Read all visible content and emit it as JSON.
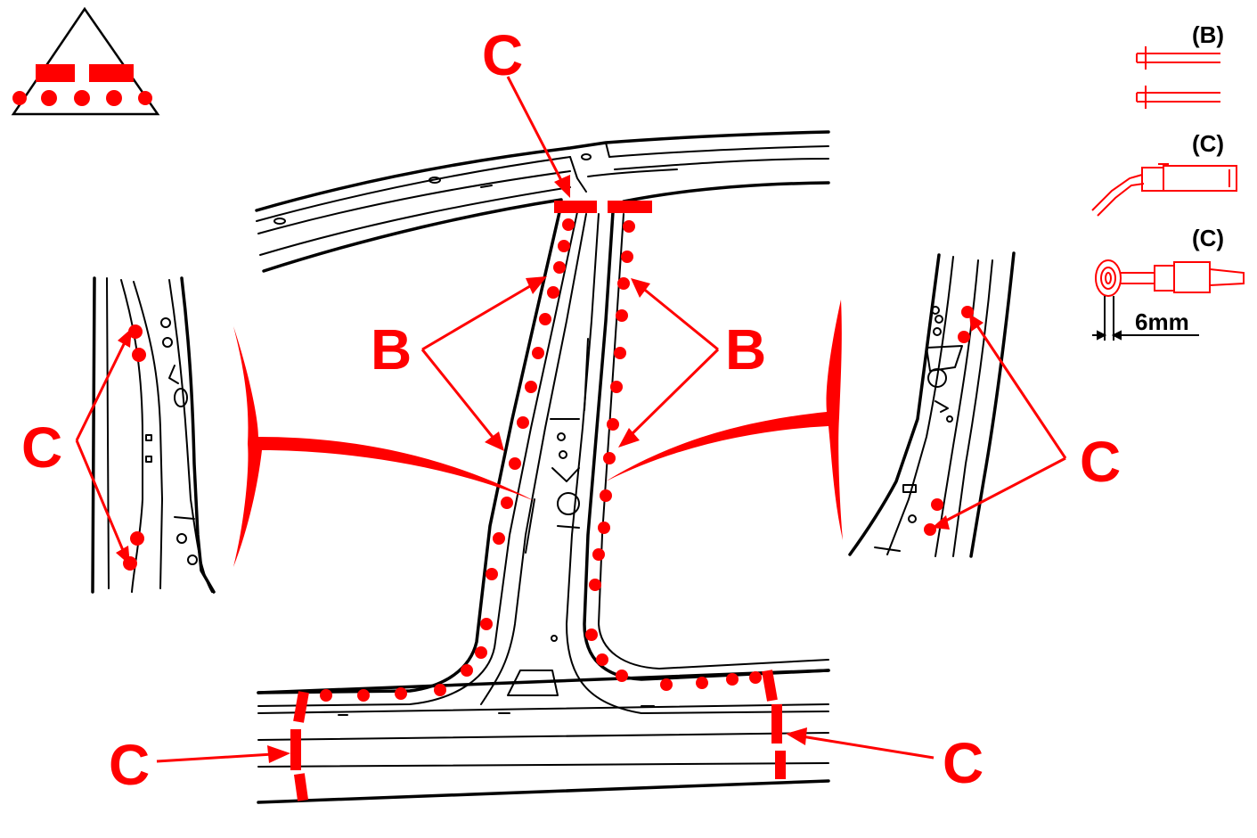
{
  "labels": {
    "c_top": "C",
    "b_left": "B",
    "b_right": "B",
    "c_left_inset": "C",
    "c_right_inset": "C",
    "c_bottom_left": "C",
    "c_bottom_right": "C"
  },
  "legend": {
    "b_label": "(B)",
    "c1_label": "(C)",
    "c2_label": "(C)",
    "dimension": "6mm"
  },
  "colors": {
    "accent": "#ff0000",
    "ink": "#000000",
    "background": "#ffffff"
  },
  "icons": {
    "weld_symbol": "triangle-weld-symbol-icon",
    "legend_b": "plug-weld-rivet-icon",
    "legend_c1": "mig-torch-icon",
    "legend_c2": "spot-weld-gun-icon"
  }
}
